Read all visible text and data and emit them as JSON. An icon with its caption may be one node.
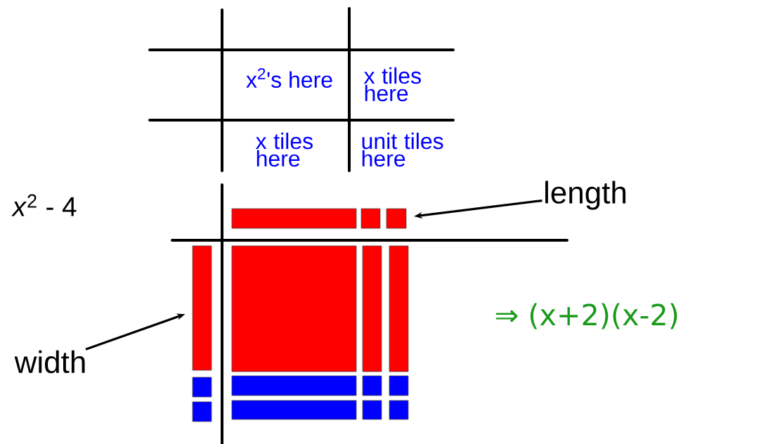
{
  "diagram": {
    "nodes": [
      {
        "text": [
          "length"
        ]
      },
      {
        "text": [],
        "shape": "box"
      },
      {
        "text": [],
        "shape": "box"
      },
      {
        "text": [],
        "shape": "box"
      },
      {
        "text": [],
        "shape": "box"
      },
      {
        "text": [],
        "shape": "box"
      },
      {
        "text": [],
        "shape": "box"
      },
      {
        "text": [],
        "shape": "box"
      },
      {
        "text": [
          "width"
        ]
      },
      {
        "text": [],
        "shape": "box"
      },
      {
        "text": [],
        "shape": "box"
      },
      {
        "text": [],
        "shape": "box"
      },
      {
        "text": [],
        "shape": "box"
      },
      {
        "text": [],
        "shape": "box"
      },
      {
        "text": [],
        "shape": "box"
      },
      {
        "text": [],
        "shape": "box"
      },
      {
        "text": [],
        "shape": "box"
      }
    ],
    "edges": [
      {
        "from": 0,
        "to": 3,
        "arrow": "to"
      },
      {
        "from": 8,
        "to": 4,
        "arrow": "to"
      }
    ],
    "labels": [
      "x$^{2}$'s here",
      "x tiles here",
      "x tiles here",
      "unit tiles here",
      "*x*$^{2}$ - 4",
      "⇒ (x+2)(x-2)"
    ]
  }
}
